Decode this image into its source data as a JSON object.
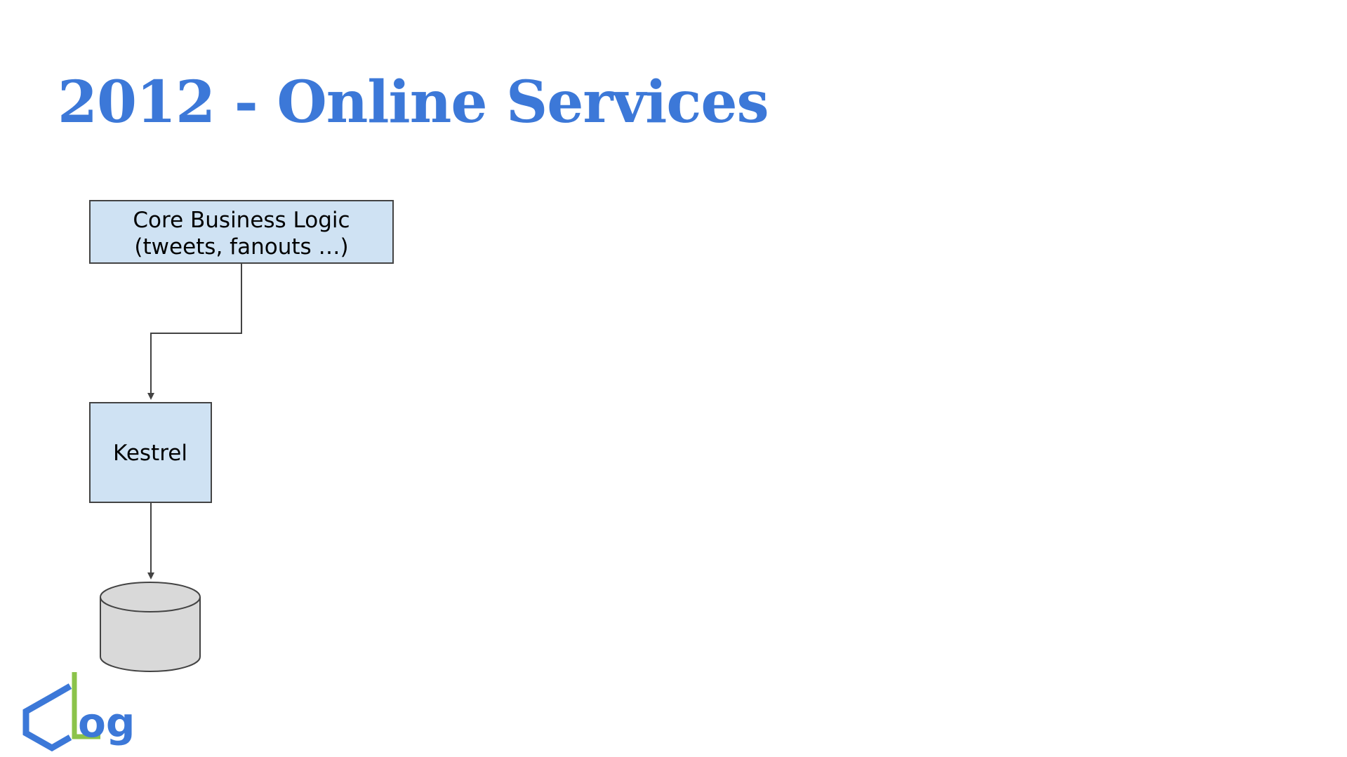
{
  "slide": {
    "title": "2012 - Online Services"
  },
  "diagram": {
    "nodes": {
      "core": {
        "line1": "Core Business Logic",
        "line2": "(tweets, fanouts …)"
      },
      "kestrel": {
        "label": "Kestrel"
      }
    }
  },
  "logo": {
    "text": "og"
  },
  "colors": {
    "title": "#3c78d8",
    "node_fill": "#cfe2f3",
    "node_stroke": "#434343",
    "database_fill": "#d9d9d9",
    "logo_blue": "#3c78d8",
    "logo_green": "#8bc34a"
  }
}
